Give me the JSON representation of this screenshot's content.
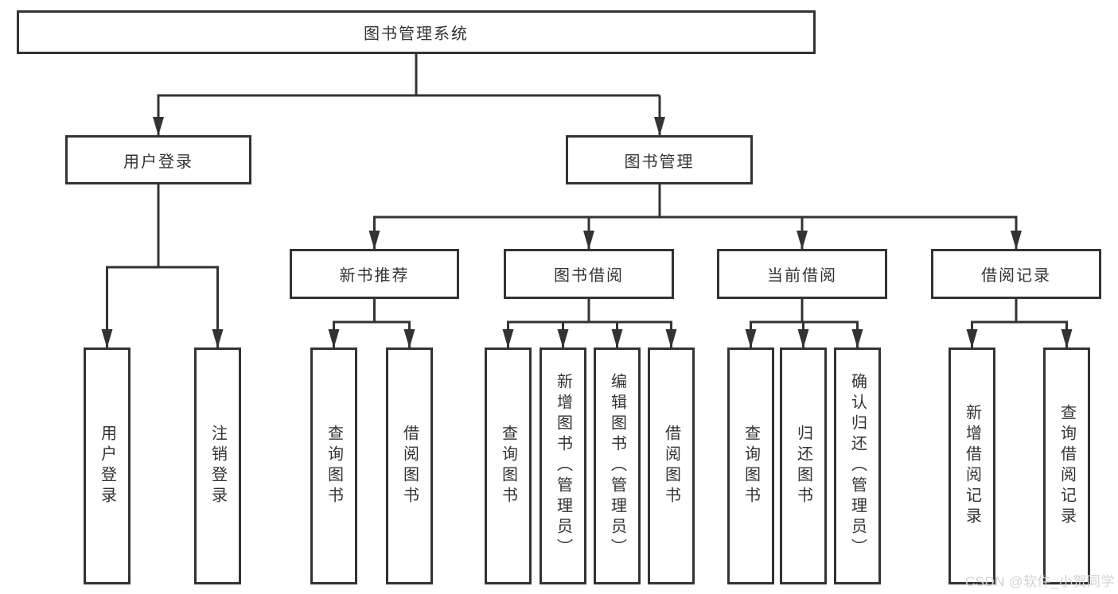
{
  "diagram": {
    "title": "图书管理系统",
    "nodes": {
      "root": "图书管理系统",
      "level2": [
        "用户登录",
        "图书管理"
      ],
      "level3": [
        "新书推荐",
        "图书借阅",
        "当前借阅",
        "借阅记录"
      ],
      "groups": [
        {
          "parent": "用户登录",
          "leaves": [
            "用户登录",
            "注销登录"
          ]
        },
        {
          "parent": "新书推荐",
          "leaves": [
            "查询图书",
            "借阅图书"
          ]
        },
        {
          "parent": "图书借阅",
          "leaves": [
            "查询图书",
            "新增图书（管理员）",
            "编辑图书（管理员）",
            "借阅图书"
          ]
        },
        {
          "parent": "当前借阅",
          "leaves": [
            "查询图书",
            "归还图书",
            "确认归还（管理员）"
          ]
        },
        {
          "parent": "借阅记录",
          "leaves": [
            "新增借阅记录",
            "查询借阅记录"
          ]
        }
      ]
    },
    "colors": {
      "line": "#333333",
      "box_border": "#333333",
      "box_fill": "#ffffff",
      "text": "#333333",
      "watermark_text": "#d2d2d2",
      "background": "#ffffff"
    }
  },
  "watermark": "CSDN @软件_小贺同学"
}
